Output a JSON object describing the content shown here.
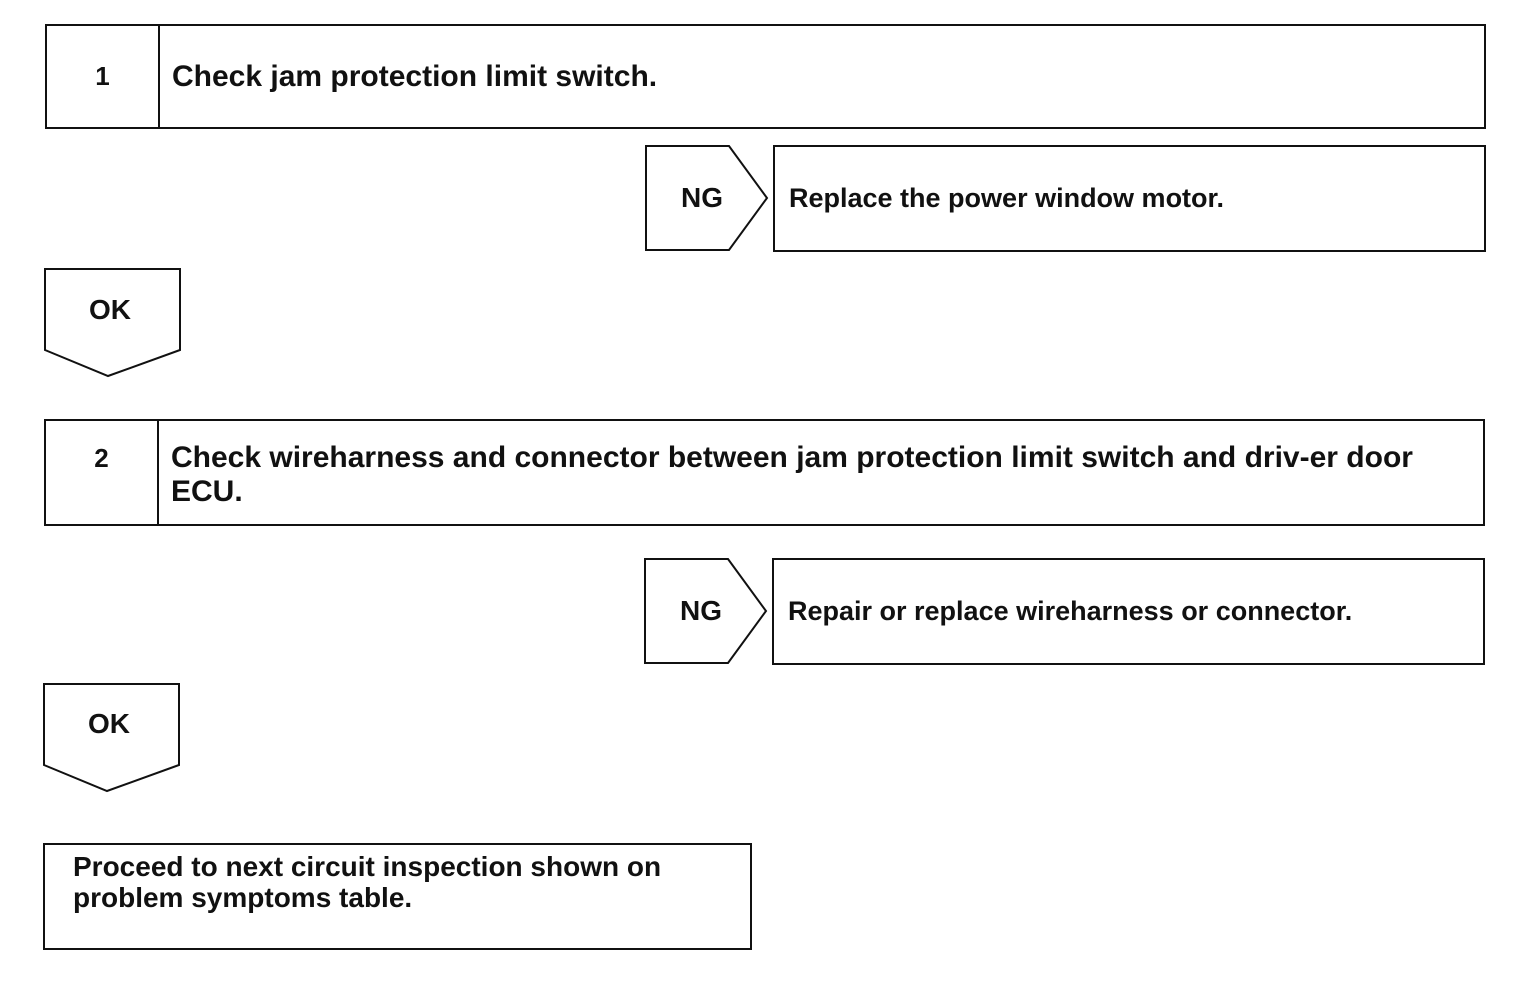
{
  "steps": [
    {
      "number": "1",
      "text": "Check jam protection limit switch.",
      "ng_label": "NG",
      "ng_action": "Replace the power window motor.",
      "ok_label": "OK"
    },
    {
      "number": "2",
      "text": "Check wireharness and connector between jam protection limit switch and driv-er door ECU.",
      "ng_label": "NG",
      "ng_action": "Repair or replace wireharness or connector.",
      "ok_label": "OK"
    }
  ],
  "final": {
    "text": "Proceed to next circuit inspection shown on problem symptoms table."
  }
}
